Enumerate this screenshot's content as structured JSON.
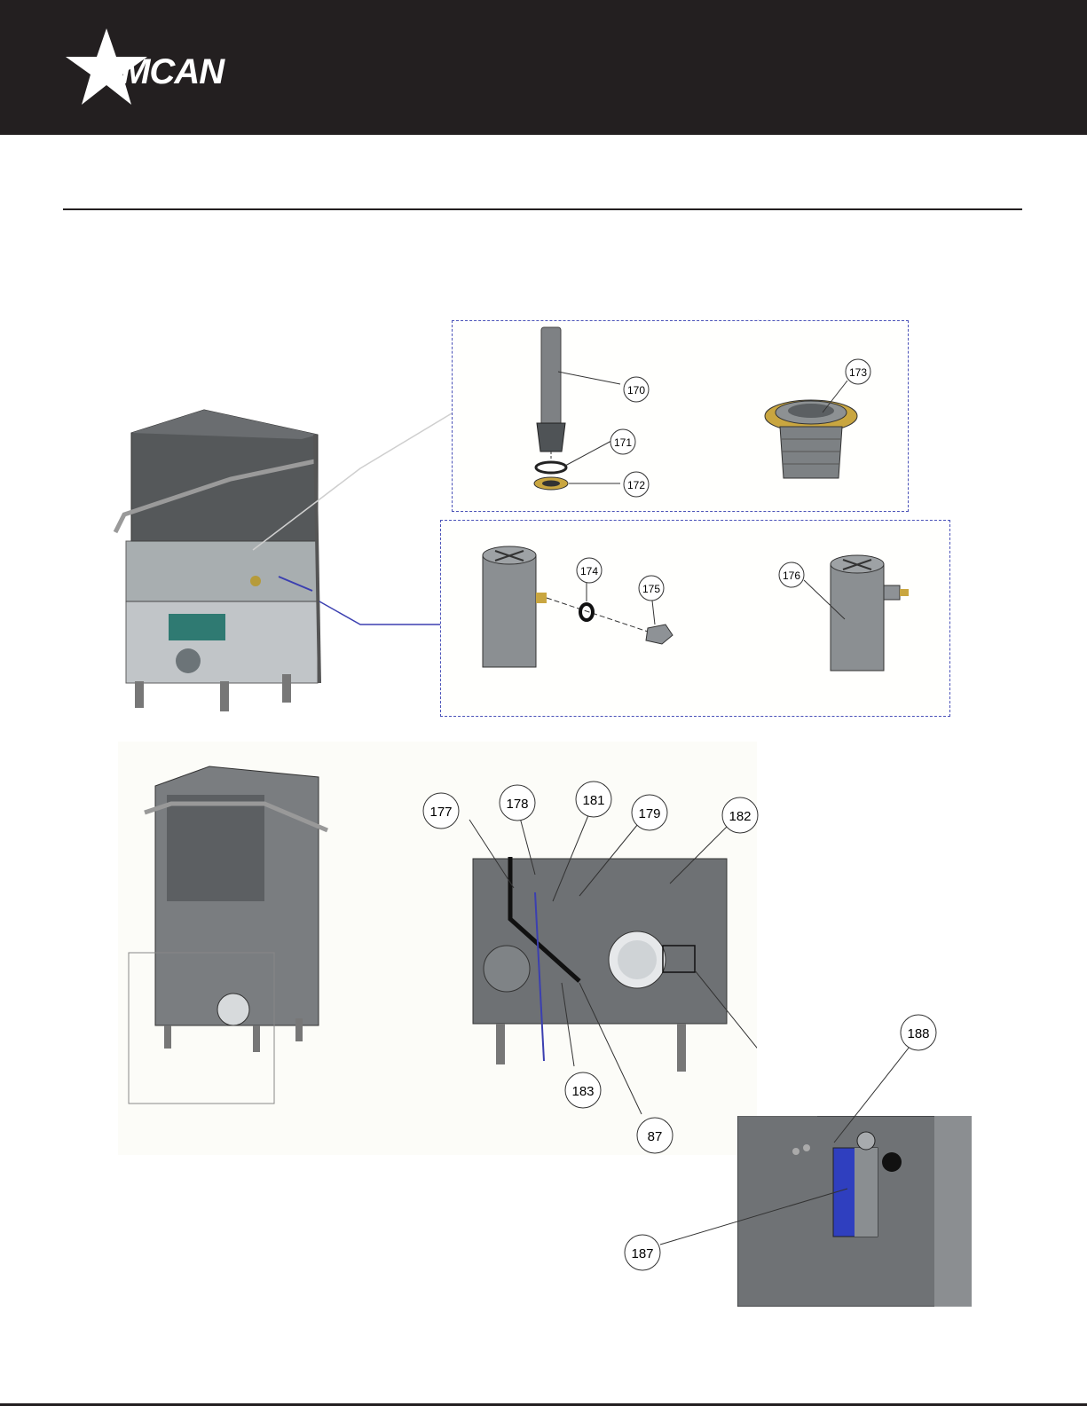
{
  "brand": {
    "name": "OMCAN"
  },
  "colors": {
    "header": "#231f20",
    "panel_border": "#4a52b8",
    "brass": "#c9a640",
    "metal": "#8a8a8a",
    "blue_part": "#2f3fbf"
  },
  "callouts": {
    "c170": "170",
    "c171": "171",
    "c172": "172",
    "c173": "173",
    "c174": "174",
    "c175": "175",
    "c176": "176",
    "c177": "177",
    "c178": "178",
    "c181": "181",
    "c179": "179",
    "c182": "182",
    "c183": "183",
    "c87": "87",
    "c188": "188",
    "c187": "187"
  }
}
